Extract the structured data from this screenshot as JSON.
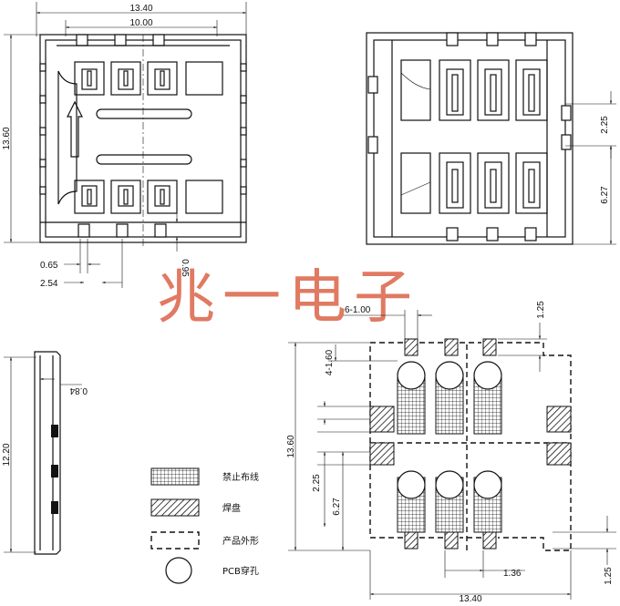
{
  "watermark": "兆一电子",
  "top_view": {
    "dim_width": "13.40",
    "dim_contact_span": "10.00",
    "dim_height": "13.60",
    "dim_pin_width": "0.65",
    "dim_pitch": "2.54",
    "dim_pin_ext": "0.95"
  },
  "right_view": {
    "dim_upper": "2.25",
    "dim_lower": "6.27"
  },
  "side_view": {
    "dim_length": "12.20",
    "dim_thickness": "0.84"
  },
  "footprint": {
    "dim_pads": "6-1.00",
    "dim_pad_top": "1.25",
    "dim_holes": "4-1.60",
    "dim_height": "13.60",
    "dim_left_a": "2.25",
    "dim_left_b": "6.27",
    "dim_pitch": "1.36",
    "dim_width": "13.40",
    "dim_pad_bottom": "1.25"
  },
  "legend": {
    "keepout": "禁止布线",
    "pad": "焊盘",
    "outline": "产品外形",
    "hole": "PCB穿孔"
  }
}
